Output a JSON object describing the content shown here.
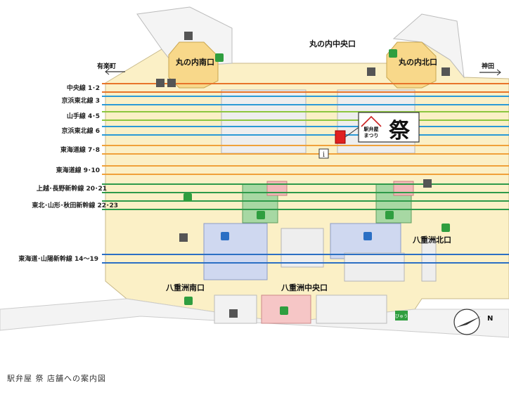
{
  "caption": "駅弁屋 祭 店舗への案内図",
  "directions": {
    "left": "有楽町",
    "right": "神田"
  },
  "exits": {
    "maru_south": "丸の内南口",
    "maru_central": "丸の内中央口",
    "maru_north": "丸の内北口",
    "yaesu_south": "八重洲南口",
    "yaesu_central": "八重洲中央口",
    "yaesu_north": "八重洲北口"
  },
  "lines": [
    {
      "name": "中央線 1･2",
      "color": "#e8742a"
    },
    {
      "name": "京浜東北線 3",
      "color": "#2b9ad6"
    },
    {
      "name": "山手線 4･5",
      "color": "#8cc63f"
    },
    {
      "name": "京浜東北線 6",
      "color": "#2b9ad6"
    },
    {
      "name": "東海道線 7･8",
      "color": "#f0a13a"
    },
    {
      "name": "東海道線 9･10",
      "color": "#f0a13a"
    },
    {
      "name": "上越･長野新幹線 20･21",
      "color": "#2e9a4a"
    },
    {
      "name": "東北･山形･秋田新幹線 22･23",
      "color": "#2e9a4a"
    },
    {
      "name": "東海道･山陽新幹線 14～19",
      "color": "#2b6fc4"
    }
  ],
  "store": {
    "line1": "駅弁屋",
    "line2": "まつり",
    "kanji": "祭"
  },
  "compass": {
    "label": "N"
  },
  "badge": {
    "label": "びゅう"
  }
}
